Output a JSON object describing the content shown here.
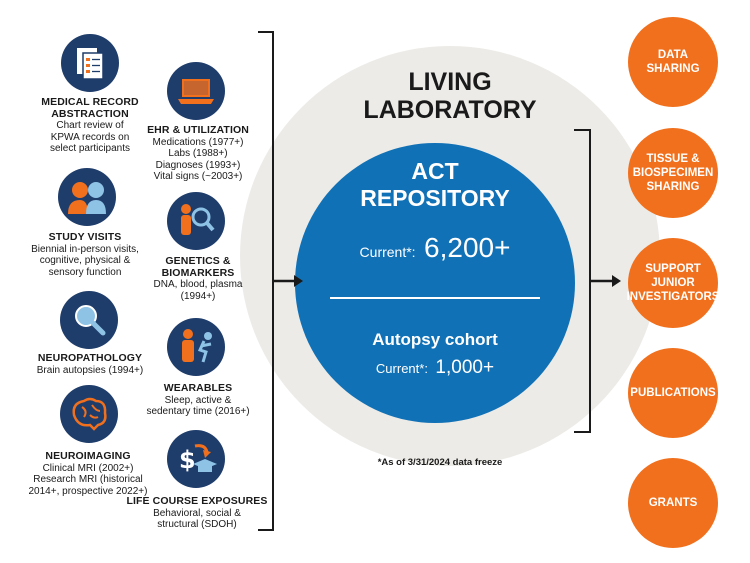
{
  "center": {
    "title_line1": "LIVING",
    "title_line2": "LABORATORY",
    "repo_line1": "ACT",
    "repo_line2": "REPOSITORY",
    "current_label": "Current*:",
    "current_value": "6,200+",
    "autopsy_title": "Autopsy cohort",
    "autopsy_label": "Current*:",
    "autopsy_value": "1,000+",
    "footnote": "*As of 3/31/2024 data freeze"
  },
  "sources": [
    {
      "title": "MEDICAL RECORD\nABSTRACTION",
      "desc": "Chart review of\nKPWA records on\nselect participants",
      "icon": "document-icon"
    },
    {
      "title": "EHR & UTILIZATION",
      "desc": "Medications (1977+)\nLabs (1988+)\nDiagnoses (1993+)\nVital signs (~2003+)",
      "icon": "laptop-icon"
    },
    {
      "title": "STUDY VISITS",
      "desc": "Biennial in-person visits,\ncognitive, physical &\nsensory function",
      "icon": "people-icon"
    },
    {
      "title": "GENETICS &\nBIOMARKERS",
      "desc": "DNA, blood, plasma\n(1994+)",
      "icon": "magnify-person-icon"
    },
    {
      "title": "NEUROPATHOLOGY",
      "desc": "Brain autopsies (1994+)",
      "icon": "magnifier-icon"
    },
    {
      "title": "WEARABLES",
      "desc": "Sleep, active &\nsedentary time (2016+)",
      "icon": "activity-icon"
    },
    {
      "title": "NEUROIMAGING",
      "desc": "Clinical MRI (2002+)\nResearch MRI (historical\n2014+, prospective 2022+)",
      "icon": "brain-icon"
    },
    {
      "title": "LIFE COURSE EXPOSURES",
      "desc": "Behavioral, social &\nstructural (SDOH)",
      "icon": "dollar-graduation-icon"
    }
  ],
  "outputs": [
    "DATA\nSHARING",
    "TISSUE &\nBIOSPECIMEN\nSHARING",
    "SUPPORT\nJUNIOR\nINVESTIGATORS",
    "PUBLICATIONS",
    "GRANTS"
  ],
  "colors": {
    "navy": "#1f3d6b",
    "blue": "#1171b6",
    "orange": "#f1701e",
    "grey": "#ecebe7"
  }
}
